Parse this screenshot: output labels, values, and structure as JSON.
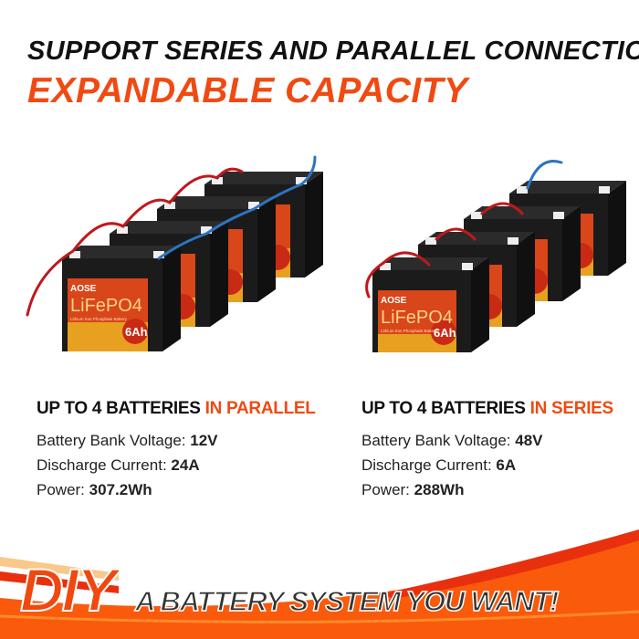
{
  "header": {
    "title": "SUPPORT SERIES AND PARALLEL CONNECTION",
    "subtitle": "EXPANDABLE CAPACITY"
  },
  "battery_label": {
    "brand": "AOSE",
    "chemistry": "LiFePO4",
    "description": "Lithium Iron Phosphate Battery",
    "capacity": "6Ah"
  },
  "colors": {
    "accent": "#f04a12",
    "battery_body": "#1b1b1b",
    "positive_wire": "#c0181c",
    "negative_wire": "#2e74c0"
  },
  "parallel": {
    "heading": "UP TO 4 BATTERIES",
    "heading_accent": "IN PARALLEL",
    "specs": [
      {
        "label": "Battery Bank Voltage:",
        "value": "12V"
      },
      {
        "label": "Discharge Current:",
        "value": "24A"
      },
      {
        "label": "Power:",
        "value": "307.2Wh"
      }
    ]
  },
  "series": {
    "heading": "UP TO 4 BATTERIES",
    "heading_accent": "IN SERIES",
    "specs": [
      {
        "label": "Battery Bank Voltage:",
        "value": "48V"
      },
      {
        "label": "Discharge Current:",
        "value": "6A"
      },
      {
        "label": "Power:",
        "value": "288Wh"
      }
    ]
  },
  "banner": {
    "diy": "DIY",
    "tagline": "A BATTERY SYSTEM YOU WANT!"
  }
}
